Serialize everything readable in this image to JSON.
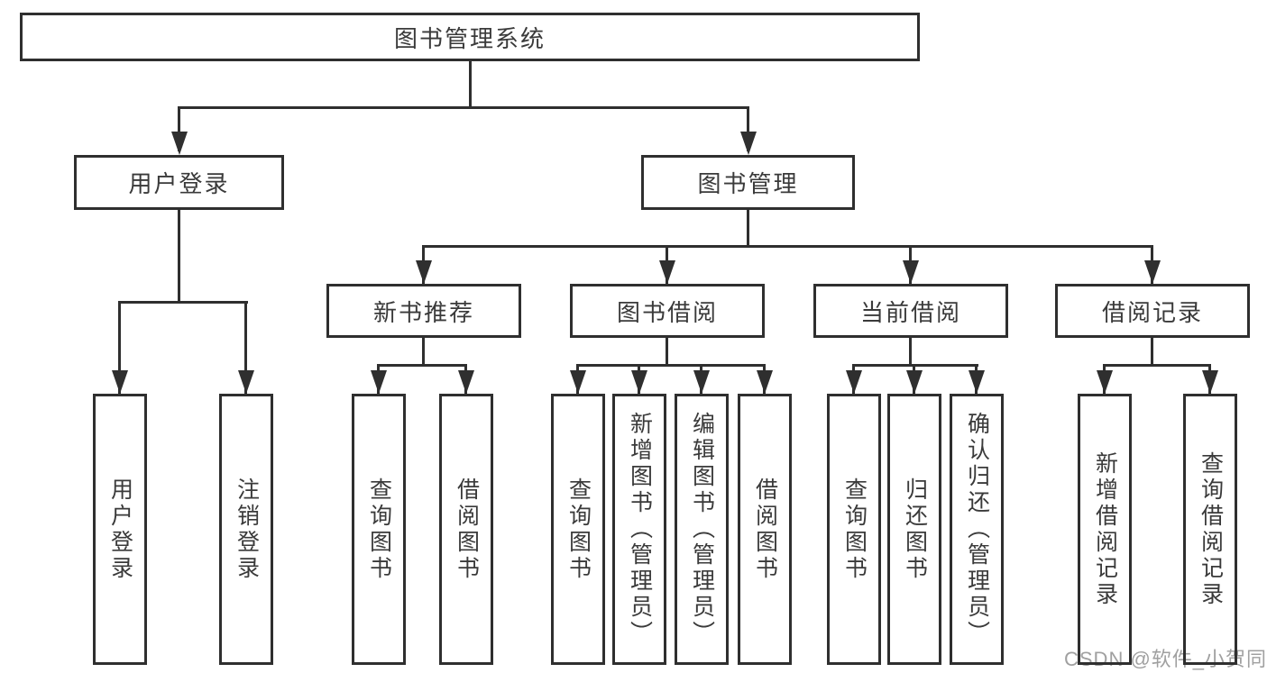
{
  "colors": {
    "line": "#2f2f2f",
    "text": "#3a3a3a",
    "bg": "#ffffff",
    "watermark": "#a0a0a0"
  },
  "tree": {
    "root": {
      "label": "图书管理系统",
      "children": [
        {
          "label": "用户登录",
          "children": [
            {
              "label": "用户登录"
            },
            {
              "label": "注销登录"
            }
          ]
        },
        {
          "label": "图书管理",
          "children": [
            {
              "label": "新书推荐",
              "children": [
                {
                  "label": "查询图书"
                },
                {
                  "label": "借阅图书"
                }
              ]
            },
            {
              "label": "图书借阅",
              "children": [
                {
                  "label": "查询图书"
                },
                {
                  "label": "新增图书（管理员）"
                },
                {
                  "label": "编辑图书（管理员）"
                },
                {
                  "label": "借阅图书"
                }
              ]
            },
            {
              "label": "当前借阅",
              "children": [
                {
                  "label": "查询图书"
                },
                {
                  "label": "归还图书"
                },
                {
                  "label": "确认归还（管理员）"
                }
              ]
            },
            {
              "label": "借阅记录",
              "children": [
                {
                  "label": "新增借阅记录"
                },
                {
                  "label": "查询借阅记录"
                }
              ]
            }
          ]
        }
      ]
    }
  },
  "watermark": {
    "text": "CSDN @软件_小贺同学"
  }
}
